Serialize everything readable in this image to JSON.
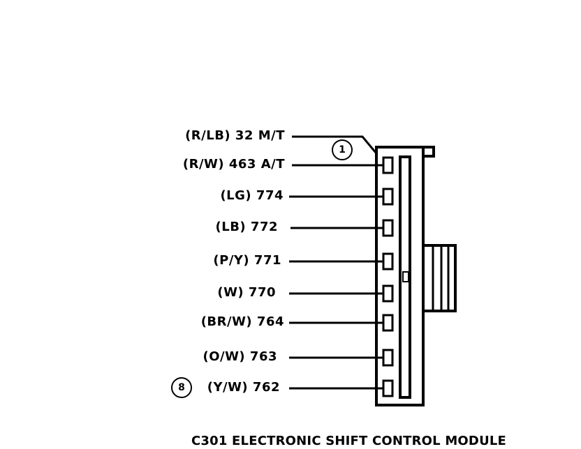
{
  "caption": "C301 ELECTRONIC SHIFT CONTROL MODULE",
  "pin_markers": {
    "first": "1",
    "last": "8"
  },
  "wires": [
    {
      "label": "(R/LB) 32 M/T"
    },
    {
      "label": "(R/W) 463 A/T"
    },
    {
      "label": "(LG) 774"
    },
    {
      "label": "(LB) 772"
    },
    {
      "label": "(P/Y) 771"
    },
    {
      "label": "(W) 770"
    },
    {
      "label": "(BR/W) 764"
    },
    {
      "label": "(O/W) 763"
    },
    {
      "label": "(Y/W) 762"
    }
  ]
}
